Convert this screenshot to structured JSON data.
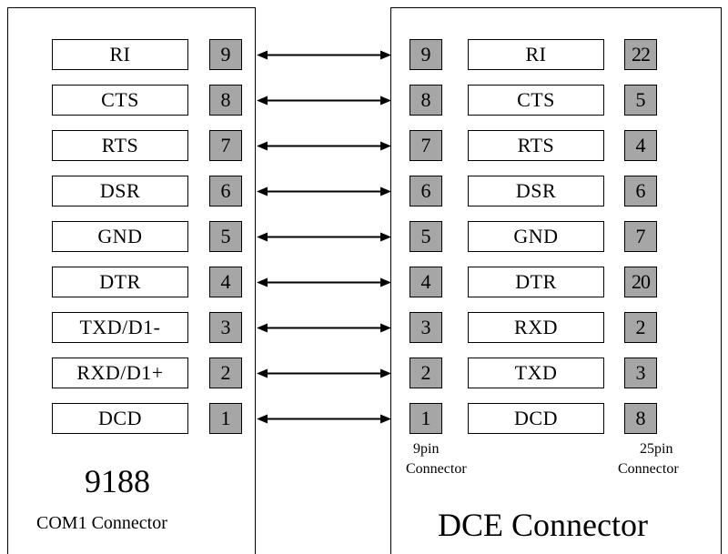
{
  "left": {
    "title": "9188",
    "subtitle": "COM1 Connector",
    "rows": [
      {
        "signal": "RI",
        "pin": "9"
      },
      {
        "signal": "CTS",
        "pin": "8"
      },
      {
        "signal": "RTS",
        "pin": "7"
      },
      {
        "signal": "DSR",
        "pin": "6"
      },
      {
        "signal": "GND",
        "pin": "5"
      },
      {
        "signal": "DTR",
        "pin": "4"
      },
      {
        "signal": "TXD/D1-",
        "pin": "3"
      },
      {
        "signal": "RXD/D1+",
        "pin": "2"
      },
      {
        "signal": "DCD",
        "pin": "1"
      }
    ]
  },
  "right": {
    "title": "DCE Connector",
    "caption_9pin": [
      "9pin",
      "Connector"
    ],
    "caption_25pin": [
      "25pin",
      "Connector"
    ],
    "rows": [
      {
        "pin9": "9",
        "signal": "RI",
        "pin25": "22"
      },
      {
        "pin9": "8",
        "signal": "CTS",
        "pin25": "5"
      },
      {
        "pin9": "7",
        "signal": "RTS",
        "pin25": "4"
      },
      {
        "pin9": "6",
        "signal": "DSR",
        "pin25": "6"
      },
      {
        "pin9": "5",
        "signal": "GND",
        "pin25": "7"
      },
      {
        "pin9": "4",
        "signal": "DTR",
        "pin25": "20"
      },
      {
        "pin9": "3",
        "signal": "RXD",
        "pin25": "2"
      },
      {
        "pin9": "2",
        "signal": "TXD",
        "pin25": "3"
      },
      {
        "pin9": "1",
        "signal": "DCD",
        "pin25": "8"
      }
    ]
  },
  "colors": {
    "pin_fill": "#a6a6a6",
    "border": "#000000",
    "background": "#ffffff"
  }
}
